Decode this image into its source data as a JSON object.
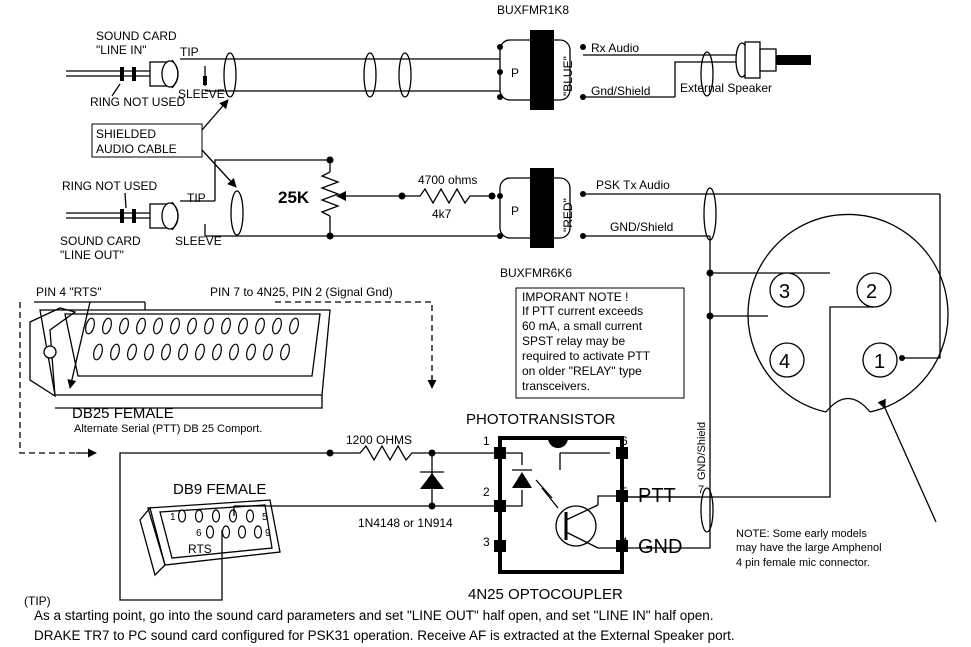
{
  "labels": {
    "sc_line_in_1": "SOUND CARD",
    "sc_line_in_2": "\"LINE IN\"",
    "tip_top": "TIP",
    "sleeve_top": "SLEEVE",
    "ring_not_used_top": "RING NOT USED",
    "shielded_1": "SHIELDED",
    "shielded_2": "AUDIO CABLE",
    "buxf_top": "BUXFMR1K8",
    "blue": "\"BLUE\"",
    "p_top": "P",
    "rx_audio": "Rx Audio",
    "gnd_shield_top": "Gnd/Shield",
    "external_speaker": "External Speaker",
    "ring_not_used_bot": "RING NOT USED",
    "tip_bot": "TIP",
    "sc_line_out_1": "SOUND CARD",
    "sc_line_out_2": "\"LINE OUT\"",
    "sleeve_bot": "SLEEVE",
    "pot": "25K",
    "res_4700": "4700 ohms",
    "res_4k7": "4k7",
    "p_bot": "P",
    "red": "\"RED\"",
    "psk_tx": "PSK Tx Audio",
    "gnd_shield_mid": "GND/Shield",
    "buxf_bot": "BUXFMR6K6",
    "pin4_rts": "PIN 4  \"RTS\"",
    "pin7": "PIN 7  to 4N25, PIN 2 (Signal Gnd)",
    "note_1": "IMPORANT NOTE !",
    "note_2": "If PTT current exceeds",
    "note_3": "60 mA, a small current",
    "note_4": "SPST relay may be",
    "note_5": "required to activate PTT",
    "note_6": "on older \"RELAY\" type",
    "note_7": "transceivers.",
    "db25": "DB25 FEMALE",
    "db25_sub": "Alternate Serial (PTT) DB 25 Comport.",
    "phototransistor": "PHOTOTRANSISTOR",
    "ohms_1200": "1200 OHMS",
    "db9": "DB9 FEMALE",
    "diode": "1N4148 or 1N914",
    "rts": "RTS",
    "opto": "4N25  OPTOCOUPLER",
    "ptt": "PTT",
    "gnd": "GND",
    "gnd_shield_vert": "GND/Shield",
    "pin_1": "1",
    "pin_2": "2",
    "pin_3": "3",
    "pin_4": "4",
    "pin_5": "5",
    "pin_6": "6",
    "mic_1": "1",
    "mic_2": "2",
    "mic_3": "3",
    "mic_4": "4",
    "db9_pin1": "1",
    "db9_pin5": "5",
    "db9_pin6": "6",
    "db9_pin9": "9",
    "wire_7": "7",
    "note_mic_1": "NOTE: Some early models",
    "note_mic_2": "may have the large Amphenol",
    "note_mic_3": "4 pin female mic connector.",
    "tip_heading": "(TIP)",
    "tip_text": "As a starting point, go into the sound card parameters and set \"LINE OUT\" half open, and set \"LINE IN\" half open.",
    "caption": "DRAKE TR7 to PC sound card configured for PSK31 operation.  Receive AF is extracted at the External Speaker port."
  }
}
